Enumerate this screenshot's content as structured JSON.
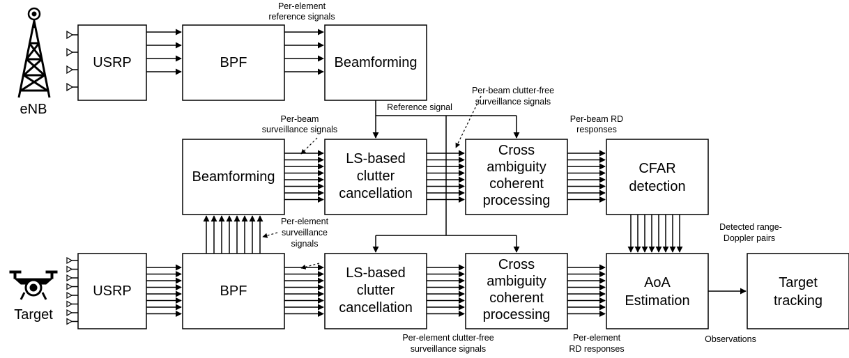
{
  "blocks": {
    "usrp_top": "USRP",
    "bpf_top": "BPF",
    "beamforming_top": "Beamforming",
    "beamforming_mid": "Beamforming",
    "ls_mid": [
      "LS-based",
      "clutter",
      "cancellation"
    ],
    "cap_mid": [
      "Cross",
      "ambiguity",
      "coherent",
      "processing"
    ],
    "cfar": [
      "CFAR",
      "detection"
    ],
    "usrp_bot": "USRP",
    "bpf_bot": "BPF",
    "ls_bot": [
      "LS-based",
      "clutter",
      "cancellation"
    ],
    "cap_bot": [
      "Cross",
      "ambiguity",
      "coherent",
      "processing"
    ],
    "aoa": [
      "AoA",
      "Estimation"
    ],
    "tracking": [
      "Target",
      "tracking"
    ]
  },
  "nodes": {
    "enb": "eNB",
    "target": "Target"
  },
  "annotations": {
    "per_element_reference": [
      "Per-element",
      "reference signals"
    ],
    "per_beam_clutter_free": [
      "Per-beam clutter-free",
      "surveillance signals"
    ],
    "reference_signal": "Reference signal",
    "per_beam_surveillance": [
      "Per-beam",
      "surveillance signals"
    ],
    "per_beam_rd": [
      "Per-beam RD",
      "responses"
    ],
    "per_element_surveillance": [
      "Per-element",
      "surveillance",
      "signals"
    ],
    "detected_pairs": [
      "Detected range-",
      "Doppler pairs"
    ],
    "per_element_clutter_free": [
      "Per-element clutter-free",
      "surveillance signals"
    ],
    "per_element_rd": [
      "Per-element",
      "RD responses"
    ],
    "observations": "Observations"
  }
}
